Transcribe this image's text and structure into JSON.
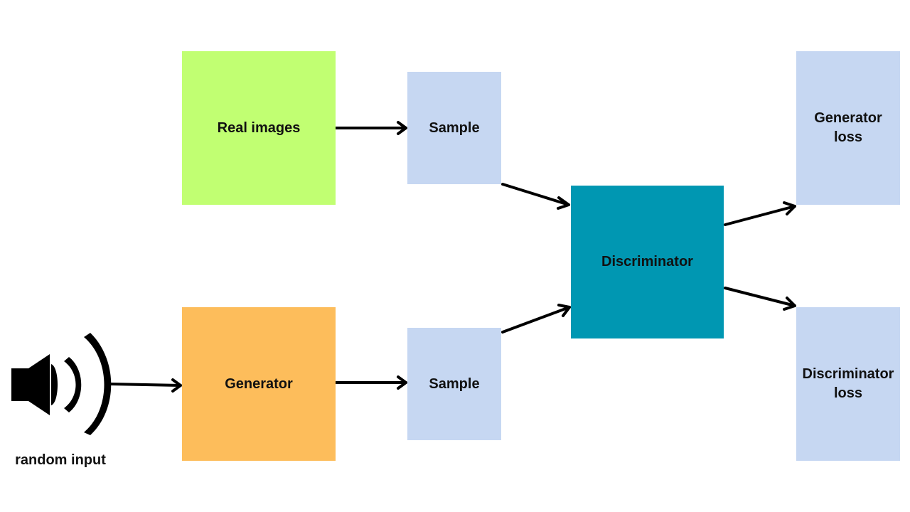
{
  "nodes": {
    "real_images": {
      "label": "Real images",
      "color": "#C1FF72"
    },
    "generator": {
      "label": "Generator",
      "color": "#FDBD5B"
    },
    "sample_top": {
      "label": "Sample",
      "color": "#C6D7F2"
    },
    "sample_bottom": {
      "label": "Sample",
      "color": "#C6D7F2"
    },
    "discriminator": {
      "label": "Discriminator",
      "color": "#0097B2"
    },
    "generator_loss": {
      "label": "Generator loss",
      "color": "#C6D7F2"
    },
    "discriminator_loss": {
      "label": "Discriminator loss",
      "color": "#C6D7F2"
    }
  },
  "input": {
    "label": "random input",
    "icon": "speaker-volume-icon"
  },
  "edges": [
    {
      "from": "real_images",
      "to": "sample_top"
    },
    {
      "from": "random_input",
      "to": "generator"
    },
    {
      "from": "generator",
      "to": "sample_bottom"
    },
    {
      "from": "sample_top",
      "to": "discriminator"
    },
    {
      "from": "sample_bottom",
      "to": "discriminator"
    },
    {
      "from": "discriminator",
      "to": "generator_loss"
    },
    {
      "from": "discriminator",
      "to": "discriminator_loss"
    }
  ],
  "colors": {
    "arrow": "#000000",
    "text": "#111111"
  }
}
